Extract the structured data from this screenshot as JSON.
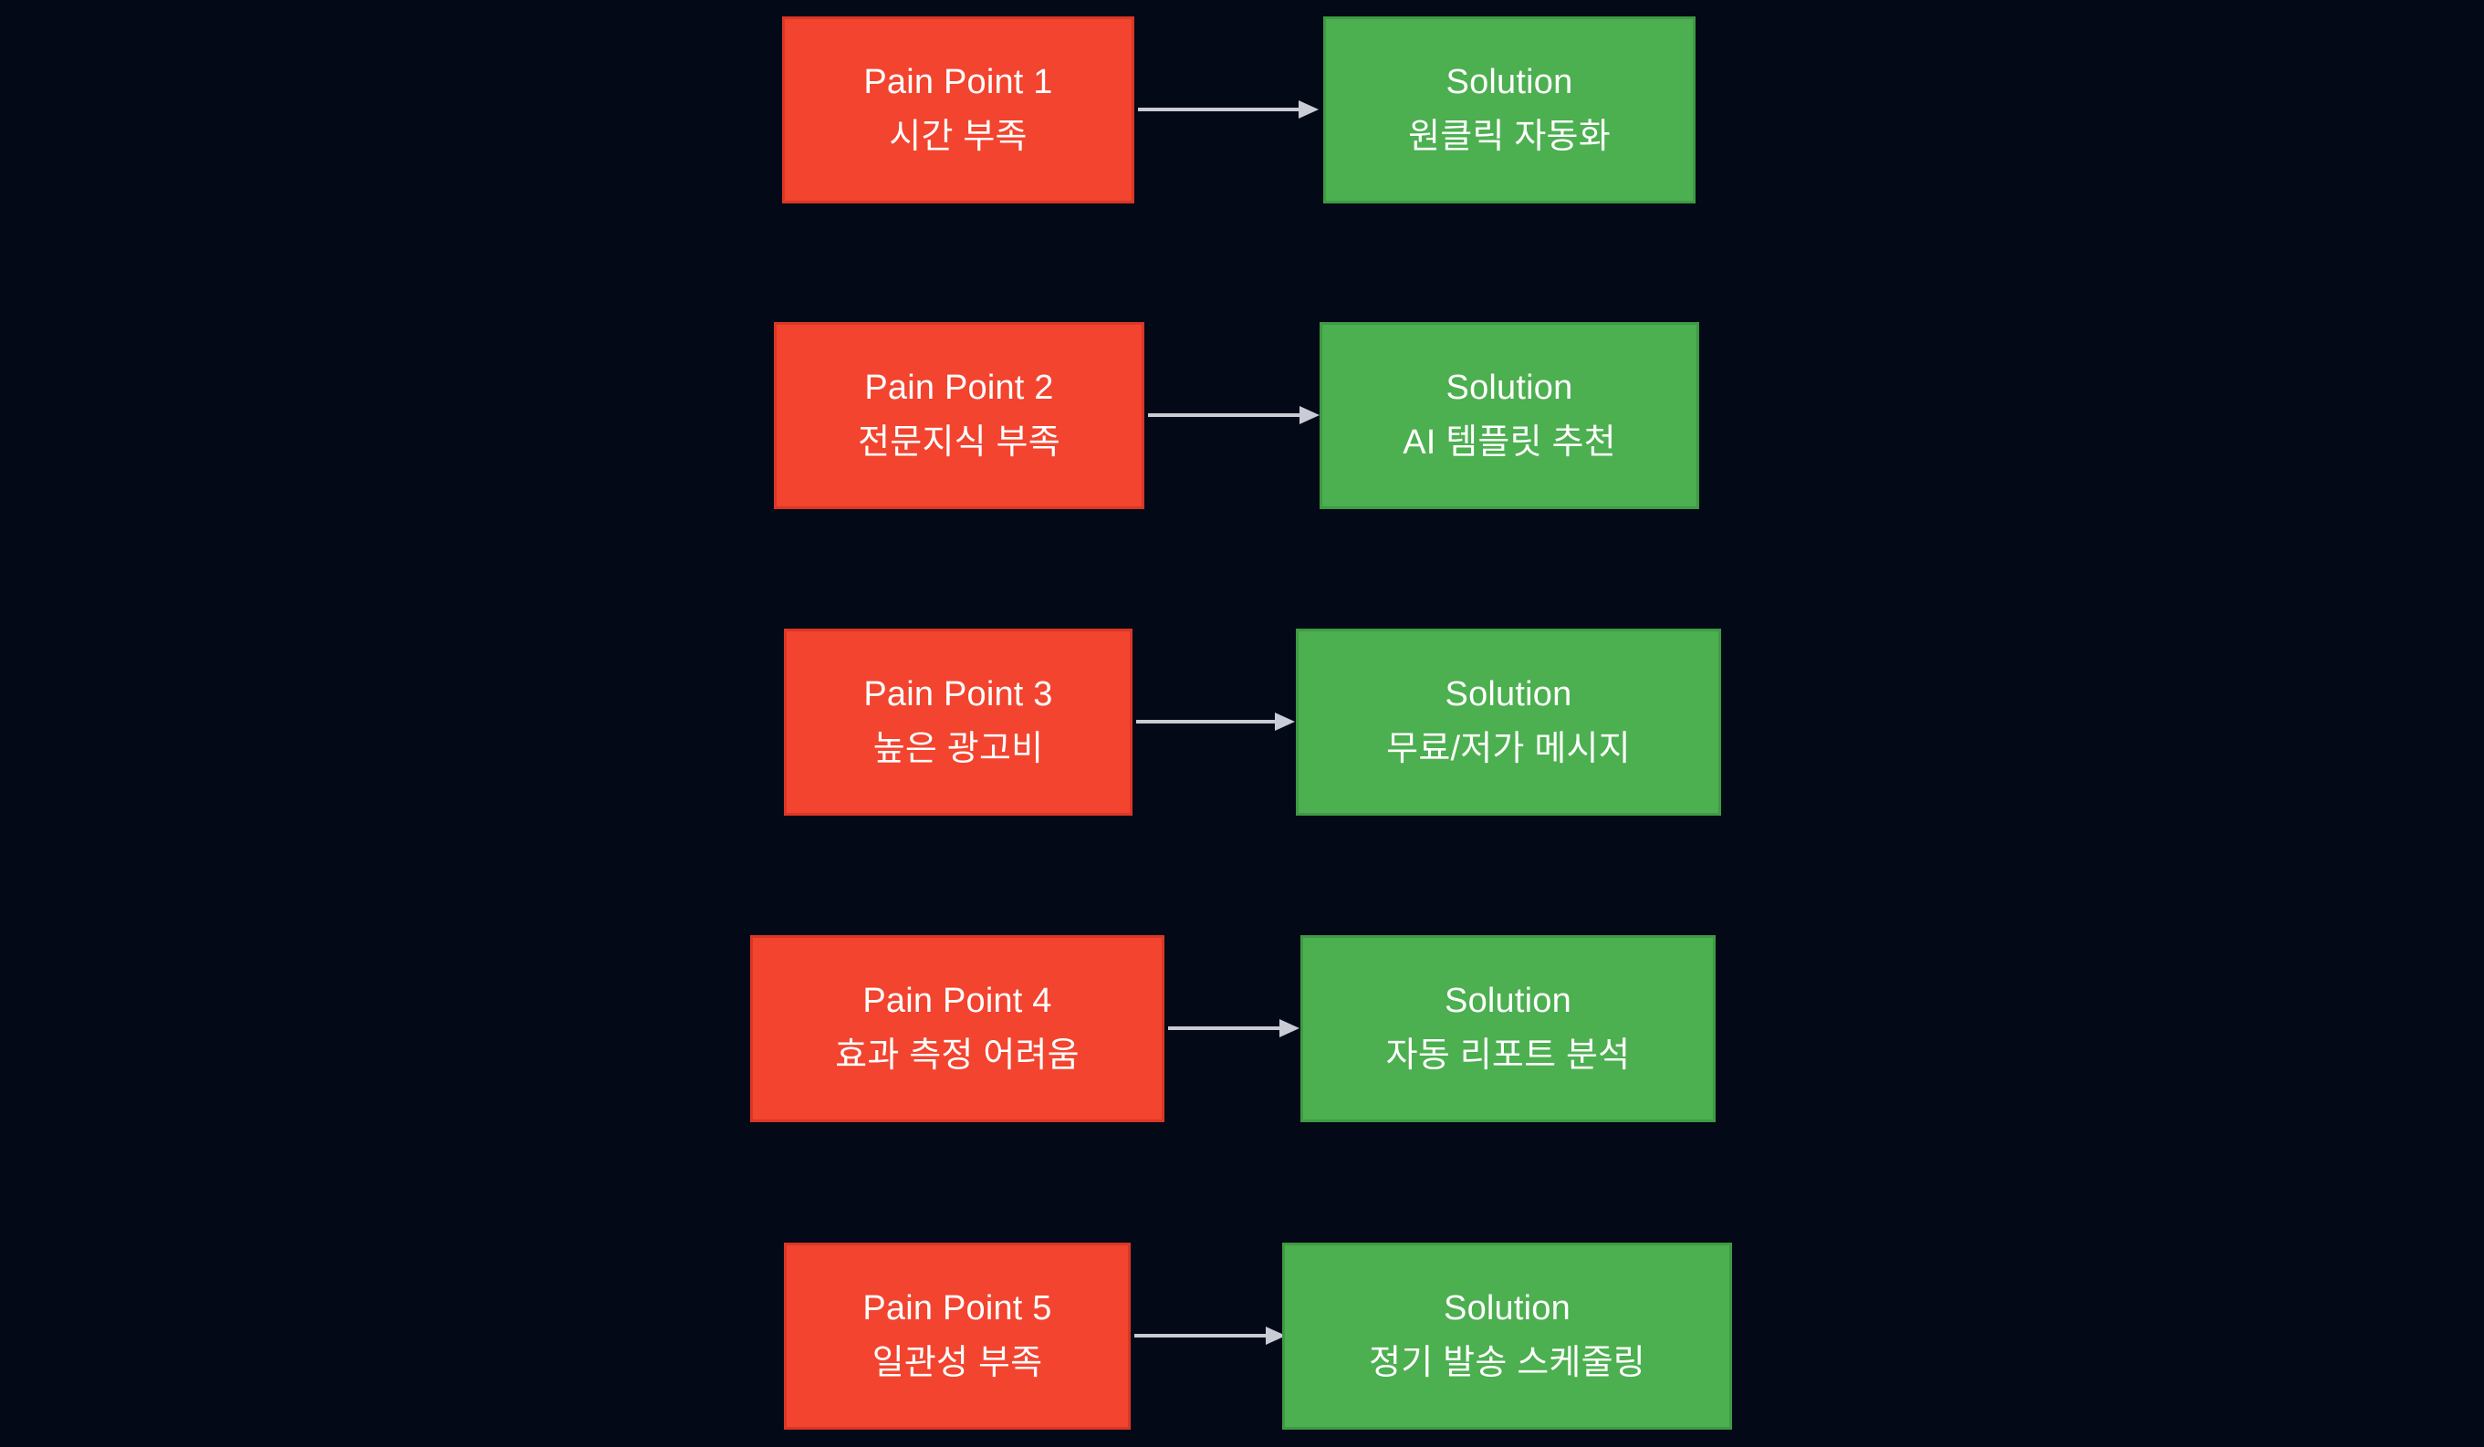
{
  "diagram": {
    "type": "flowchart",
    "title": "",
    "background_color": "#030917",
    "pain_color": "#f2442f",
    "pain_border_color": "#d93726",
    "solution_color": "#4caf50",
    "solution_border_color": "#3f9a44",
    "arrow_color": "#c9ccd4",
    "text_color": "#ffffff",
    "rows": [
      {
        "pain": {
          "line1": "Pain Point 1",
          "line2": "시간 부족"
        },
        "solution": {
          "line1": "Solution",
          "line2": "원클릭 자동화"
        },
        "arrow_label": ""
      },
      {
        "pain": {
          "line1": "Pain Point 2",
          "line2": "전문지식 부족"
        },
        "solution": {
          "line1": "Solution",
          "line2": "AI 템플릿 추천"
        },
        "arrow_label": ""
      },
      {
        "pain": {
          "line1": "Pain Point 3",
          "line2": "높은 광고비"
        },
        "solution": {
          "line1": "Solution",
          "line2": "무료/저가 메시지"
        },
        "arrow_label": ""
      },
      {
        "pain": {
          "line1": "Pain Point 4",
          "line2": "효과 측정 어려움"
        },
        "solution": {
          "line1": "Solution",
          "line2": "자동 리포트 분석"
        },
        "arrow_label": ""
      },
      {
        "pain": {
          "line1": "Pain Point 5",
          "line2": "일관성 부족"
        },
        "solution": {
          "line1": "Solution",
          "line2": "정기 발송 스케줄링"
        },
        "arrow_label": ""
      }
    ]
  }
}
